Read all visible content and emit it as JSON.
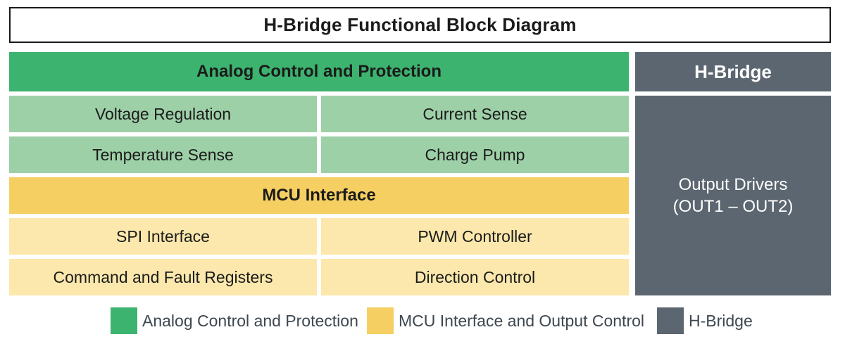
{
  "title": "H-Bridge Functional Block Diagram",
  "analog_section": {
    "header": "Analog Control and Protection",
    "cells": [
      [
        "Voltage Regulation",
        "Current Sense"
      ],
      [
        "Temperature Sense",
        "Charge Pump"
      ]
    ]
  },
  "mcu_section": {
    "header": "MCU Interface",
    "cells": [
      [
        "SPI Interface",
        "PWM Controller"
      ],
      [
        "Command and Fault Registers",
        "Direction Control"
      ]
    ]
  },
  "hbridge_section": {
    "header": "H-Bridge",
    "block_line1": "Output Drivers",
    "block_line2": "(OUT1 – OUT2)"
  },
  "legend": [
    {
      "label": "Analog Control and Protection",
      "color": "#3cb36e"
    },
    {
      "label": "MCU Interface and Output Control",
      "color": "#f6cf62"
    },
    {
      "label": "H-Bridge",
      "color": "#5b6670"
    }
  ],
  "colors": {
    "green_header": "#3cb36e",
    "light_green": "#9ed0a8",
    "yellow_header": "#f6cf62",
    "light_yellow": "#fce8ac",
    "dark_gray": "#5b6670",
    "legend_text": "#3d4750"
  }
}
